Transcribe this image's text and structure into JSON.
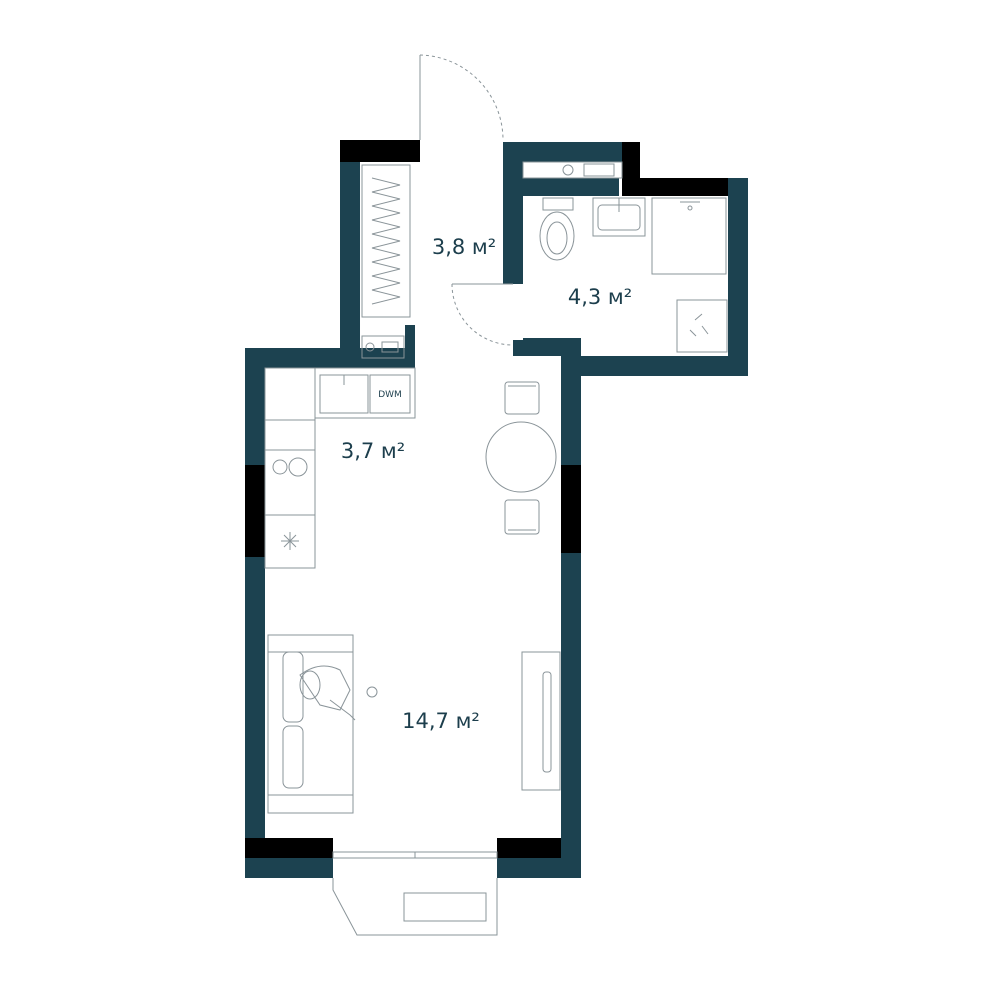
{
  "colors": {
    "wall": "#1c4250",
    "wall_dark": "#000000",
    "line": "#8a9499",
    "text": "#1c3e4c"
  },
  "rooms": {
    "hallway": {
      "area": "3,8 м²"
    },
    "bathroom": {
      "area": "4,3 м²"
    },
    "kitchen": {
      "area": "3,7 м²"
    },
    "living": {
      "area": "14,7 м²"
    }
  },
  "appliances": {
    "dishwasher": "DWM"
  },
  "icons": [
    "door-swing-icon",
    "wardrobe-icon",
    "toilet-icon",
    "sink-icon",
    "shower-icon",
    "washing-machine-icon",
    "stove-icon",
    "extractor-icon",
    "table-icon",
    "chair-icon",
    "sofa-icon",
    "person-icon",
    "tv-icon",
    "window-icon"
  ]
}
